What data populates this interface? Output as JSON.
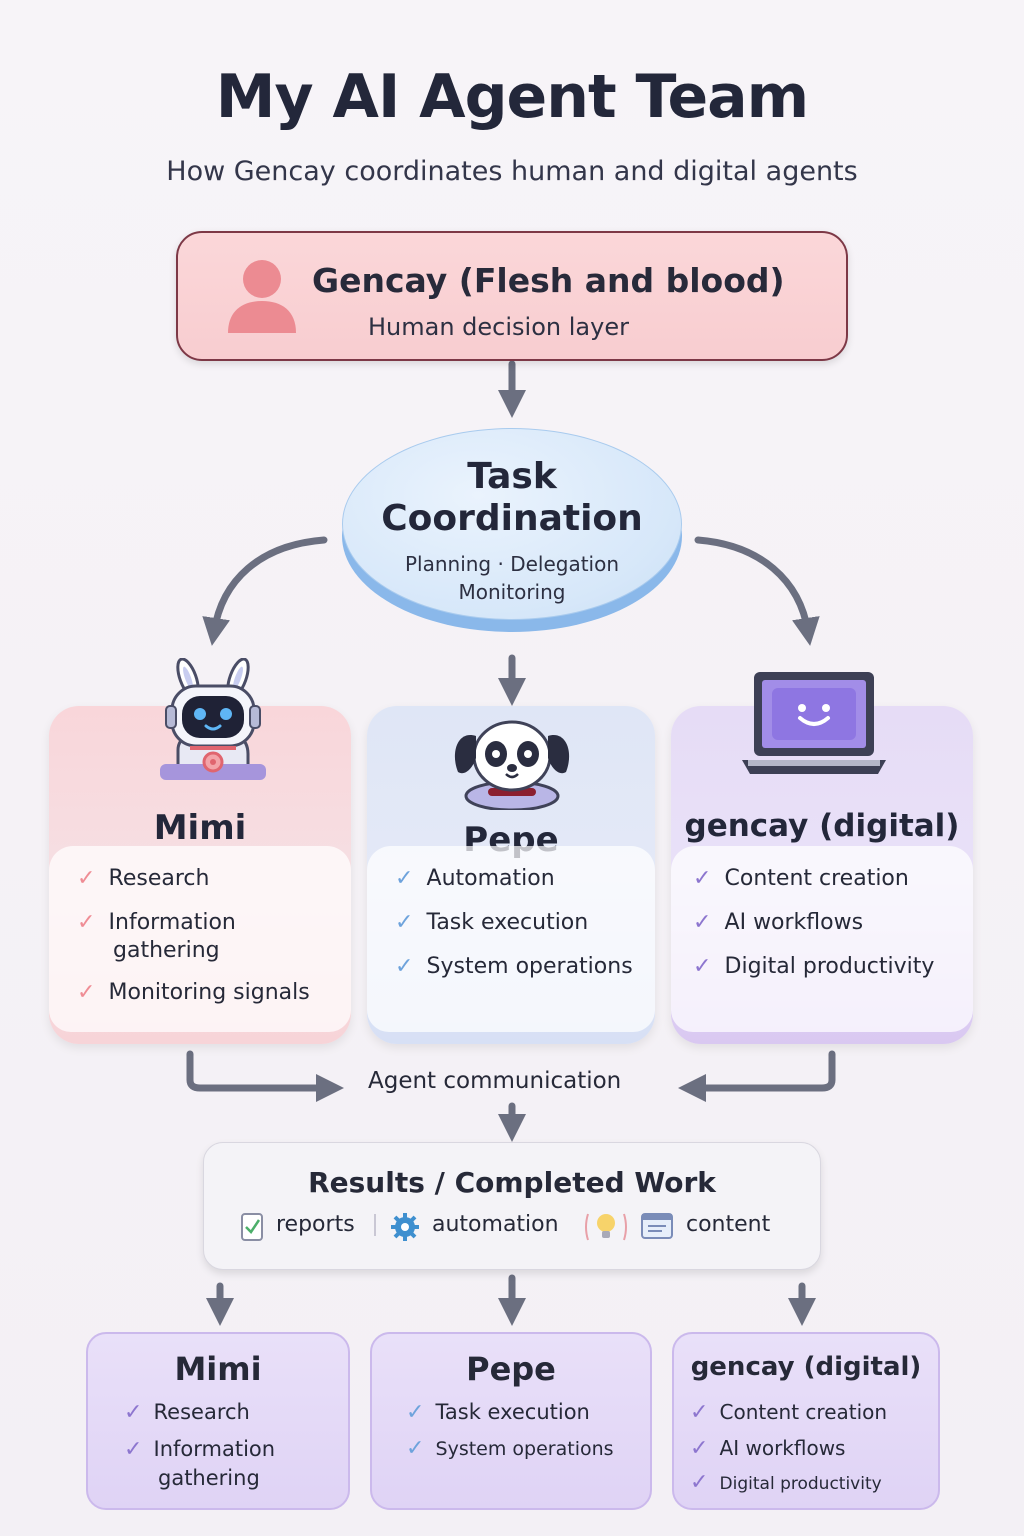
{
  "header": {
    "title": "My AI Agent Team",
    "subtitle": "How Gencay coordinates human and digital agents"
  },
  "human": {
    "name": "Gencay (Flesh and blood)",
    "role": "Human decision layer"
  },
  "coordination": {
    "title_line1": "Task",
    "title_line2": "Coordination",
    "sub_line1": "Planning · Delegation",
    "sub_line2": "Monitoring"
  },
  "agents": [
    {
      "name": "Mimi",
      "items": [
        "Research",
        "Information",
        "gathering",
        "Monitoring signals"
      ]
    },
    {
      "name": "Pepe",
      "items": [
        "Automation",
        "Task execution",
        "System operations"
      ]
    },
    {
      "name": "gencay (digital)",
      "items": [
        "Content creation",
        "AI workflows",
        "Digital productivity"
      ]
    }
  ],
  "communication": {
    "label": "Agent communication"
  },
  "results": {
    "title": "Results / Completed Work",
    "items": [
      "reports",
      "automation",
      "content"
    ]
  },
  "outputs": [
    {
      "name": "Mimi",
      "items": [
        "Research",
        "Information",
        "gathering"
      ]
    },
    {
      "name": "Pepe",
      "items": [
        "Task execution",
        "System operations"
      ]
    },
    {
      "name": "gencay (digital)",
      "items": [
        "Content creation",
        "AI workflows",
        "Digital productivity"
      ]
    }
  ],
  "colors": {
    "human_fill": "#f8cdd0",
    "coordination_fill": "#d6e7f9",
    "mimi_accent": "#ef8d95",
    "pepe_accent": "#6ea3dc",
    "gencay_accent": "#8d76cf",
    "arrow": "#6b6f80"
  }
}
